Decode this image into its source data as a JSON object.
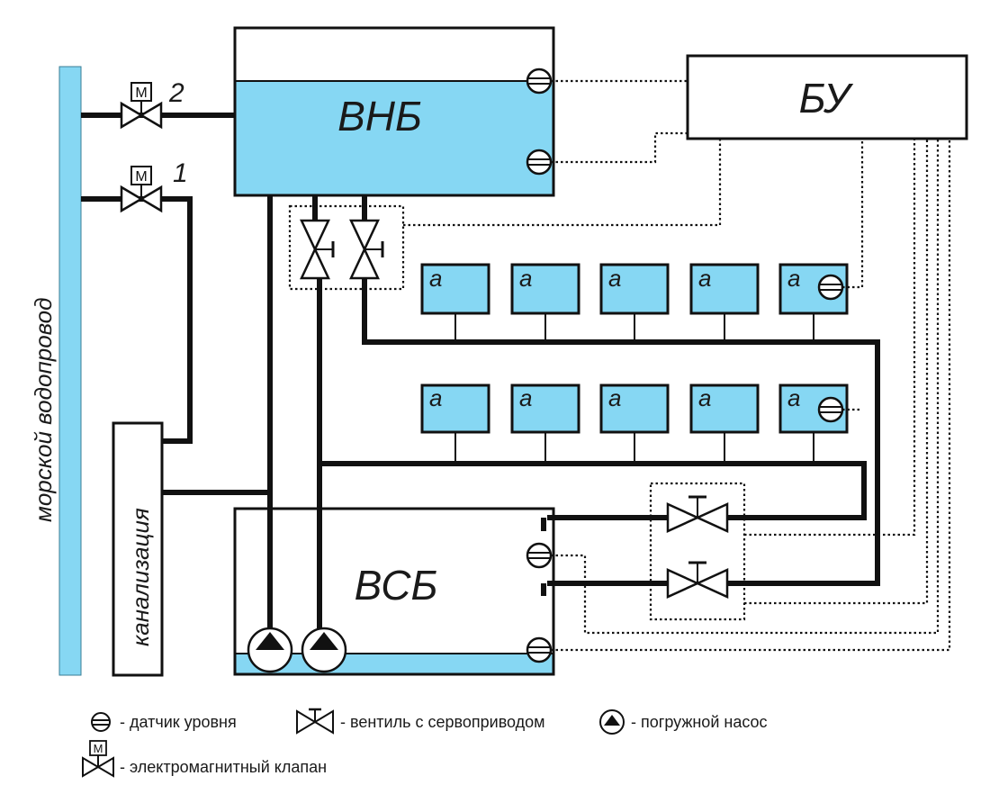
{
  "labels": {
    "upper_tank": "ВНБ",
    "control_unit": "БУ",
    "lower_tank": "ВСБ",
    "sewer": "канализация",
    "sea_pipeline": "морской водопровод",
    "valve_2": "2",
    "valve_1": "1",
    "motor": "М",
    "aquarium": "а"
  },
  "legend": {
    "level_sensor": "- датчик уровня",
    "servo_valve": "- вентиль с сервоприводом",
    "pump": "- погружной насос",
    "solenoid_valve": "- электромагнитный клапан"
  },
  "colors": {
    "water": "#86d7f3",
    "pipe": "#111111",
    "outline": "#111111"
  },
  "icons": {
    "level_sensor": "level-sensor-icon",
    "servo_valve": "servo-valve-icon",
    "pump": "submersible-pump-icon",
    "solenoid_valve": "solenoid-valve-icon"
  }
}
